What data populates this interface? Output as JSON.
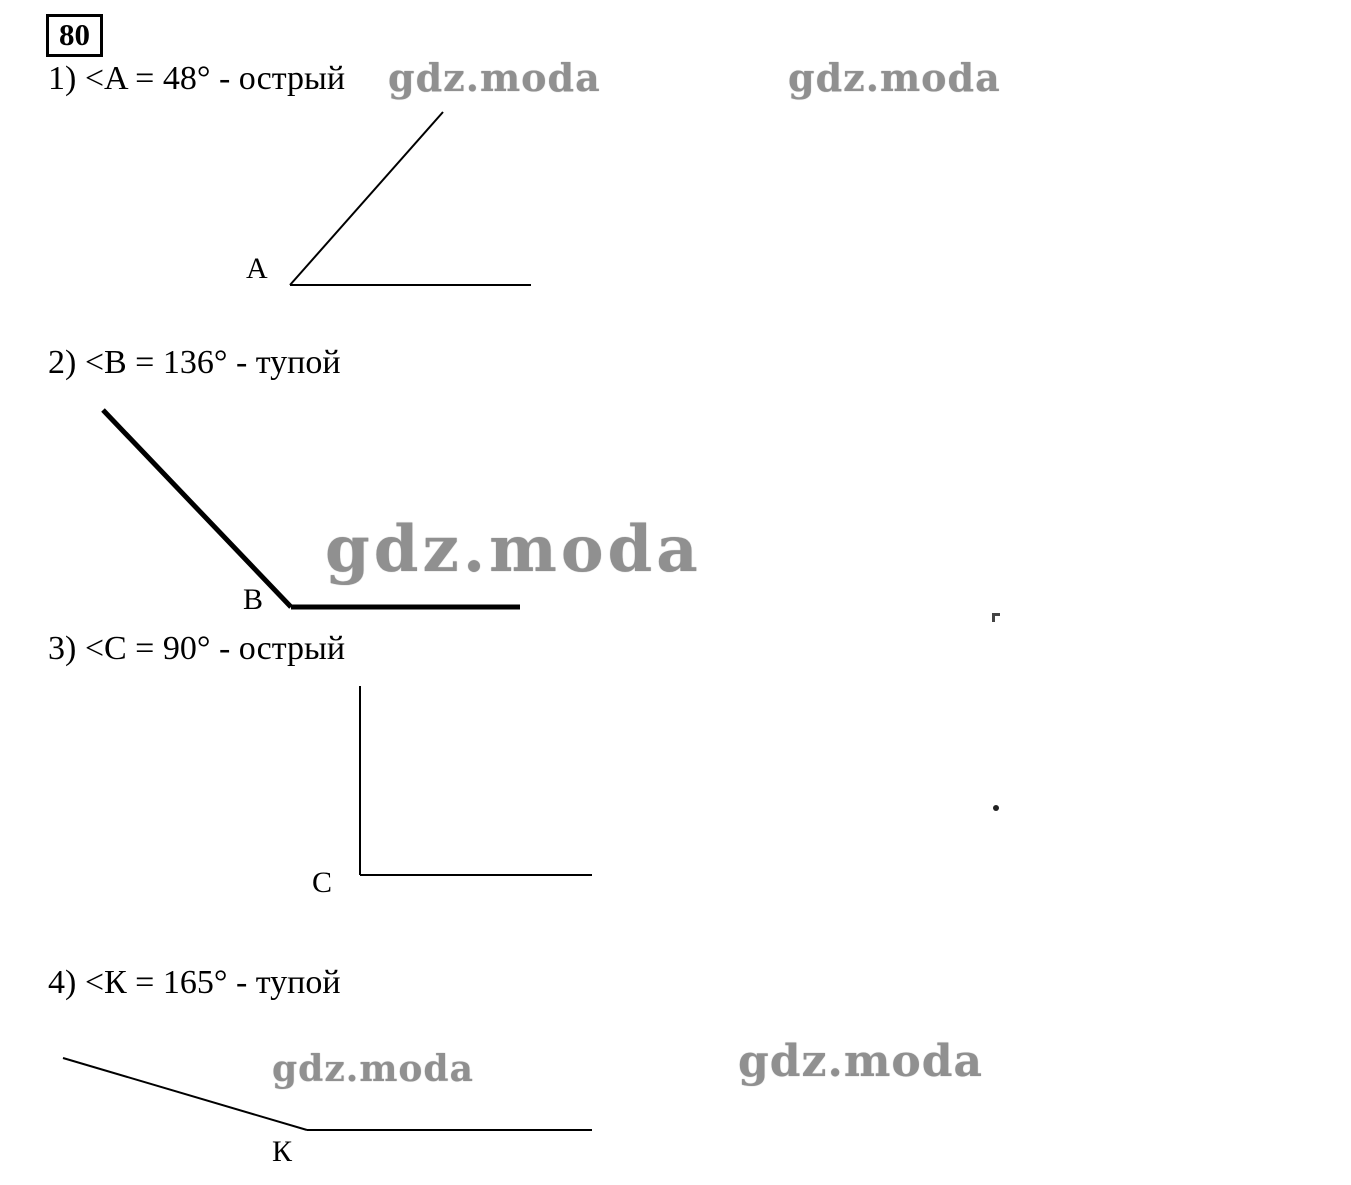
{
  "page": {
    "problem_number": "80",
    "watermark_text": "gdz.moda"
  },
  "items": [
    {
      "caption": "1) <A = 48° - острый",
      "angle_value": "48°",
      "angle_type": "острый",
      "vertex": "A"
    },
    {
      "caption": "2) <B = 136° - тупой",
      "angle_value": "136°",
      "angle_type": "тупой",
      "vertex": "B"
    },
    {
      "caption": "3) <C = 90° - острый",
      "angle_value": "90°",
      "angle_type": "острый",
      "vertex": "C"
    },
    {
      "caption": "4) <К = 165° - тупой",
      "angle_value": "165°",
      "angle_type": "тупой",
      "vertex": "К"
    }
  ]
}
